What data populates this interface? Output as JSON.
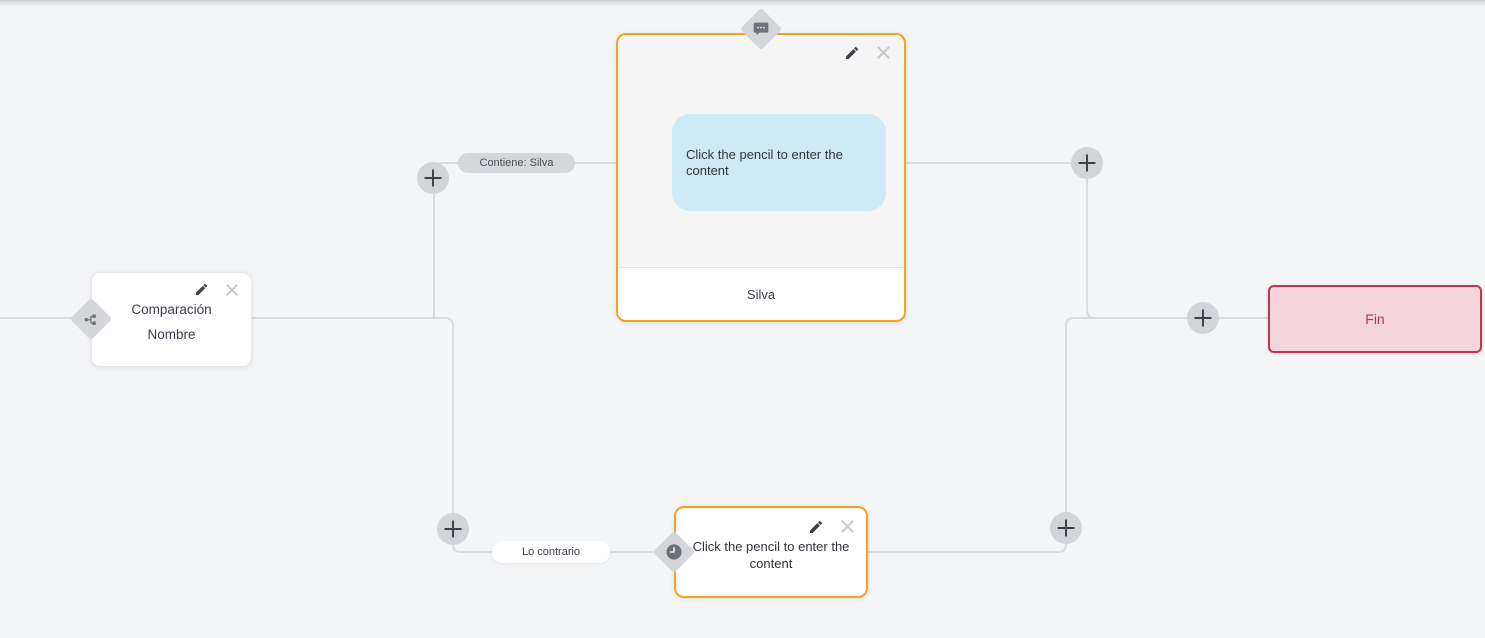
{
  "colors": {
    "background": "#f4f5f7",
    "connector": "#d9dbde",
    "accent_orange": "#f5a31e",
    "bubble_blue": "#cfe9f7",
    "end_background": "#f4d5db",
    "end_border": "#c13453",
    "end_text": "#bb3351"
  },
  "comparison_node": {
    "title": "Comparación",
    "subtitle": "Nombre",
    "badge_icon": "branch-icon"
  },
  "message_node": {
    "placeholder": "Click the pencil to enter the content",
    "footer": "Silva",
    "badge_icon": "chat-bubble-icon"
  },
  "fallback_node": {
    "placeholder": "Click the pencil to enter the content",
    "badge_icon": "clock-icon"
  },
  "end_node": {
    "label": "Fin"
  },
  "branch_labels": {
    "match": "Contiene: Silva",
    "otherwise": "Lo contrario"
  },
  "icons": {
    "edit": "pencil-icon",
    "delete": "close-icon",
    "add": "plus-icon"
  }
}
